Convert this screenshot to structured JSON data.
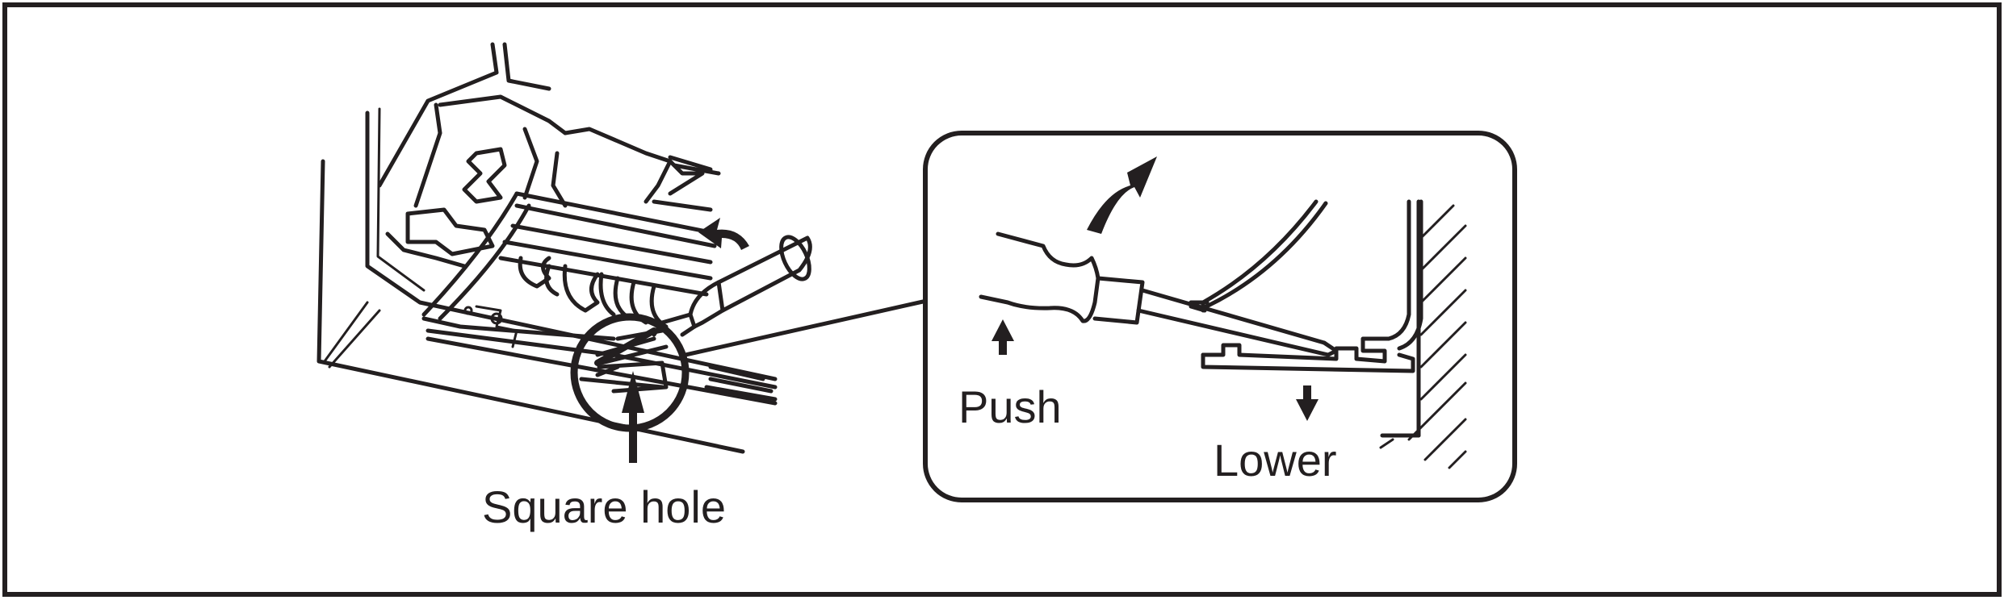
{
  "diagram": {
    "labels": {
      "square_hole": "Square hole",
      "push": "Push",
      "lower": "Lower"
    },
    "colors": {
      "ink": "#231f20",
      "background": "#ffffff"
    },
    "icons": [
      "curved-arrow-icon",
      "up-arrow-icon",
      "down-arrow-icon"
    ]
  }
}
